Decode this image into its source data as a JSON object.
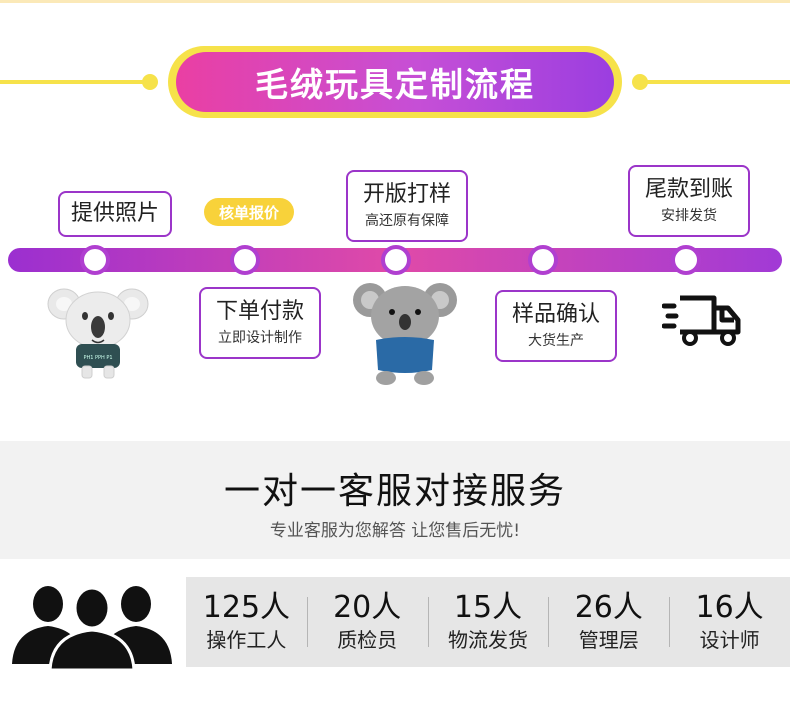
{
  "title": "毛绒玩具定制流程",
  "process_steps": [
    {
      "title": "提供照片",
      "subtitle": ""
    },
    {
      "title": "核单报价",
      "subtitle": ""
    },
    {
      "title": "开版打样",
      "subtitle": "高还原有保障"
    },
    {
      "title": "尾款到账",
      "subtitle": "安排发货"
    },
    {
      "title": "下单付款",
      "subtitle": "立即设计制作"
    },
    {
      "title": "样品确认",
      "subtitle": "大货生产"
    }
  ],
  "koala_shirt_text": "PH1 PPH P1",
  "service": {
    "title": "一对一客服对接服务",
    "subtitle": "专业客服为您解答 让您售后无忧!"
  },
  "stats": [
    {
      "number": "125人",
      "label": "操作工人"
    },
    {
      "number": "20人",
      "label": "质检员"
    },
    {
      "number": "15人",
      "label": "物流发货"
    },
    {
      "number": "26人",
      "label": "管理层"
    },
    {
      "number": "16人",
      "label": "设计师"
    }
  ],
  "colors": {
    "accent_yellow": "#f6e24a",
    "gradient_pink": "#ea3fa3",
    "gradient_purple": "#9b3ee0",
    "badge_yellow": "#f8d23a"
  },
  "icons": [
    "koala-figure-image",
    "koala-plush-image",
    "delivery-truck-icon",
    "team-people-icon"
  ]
}
